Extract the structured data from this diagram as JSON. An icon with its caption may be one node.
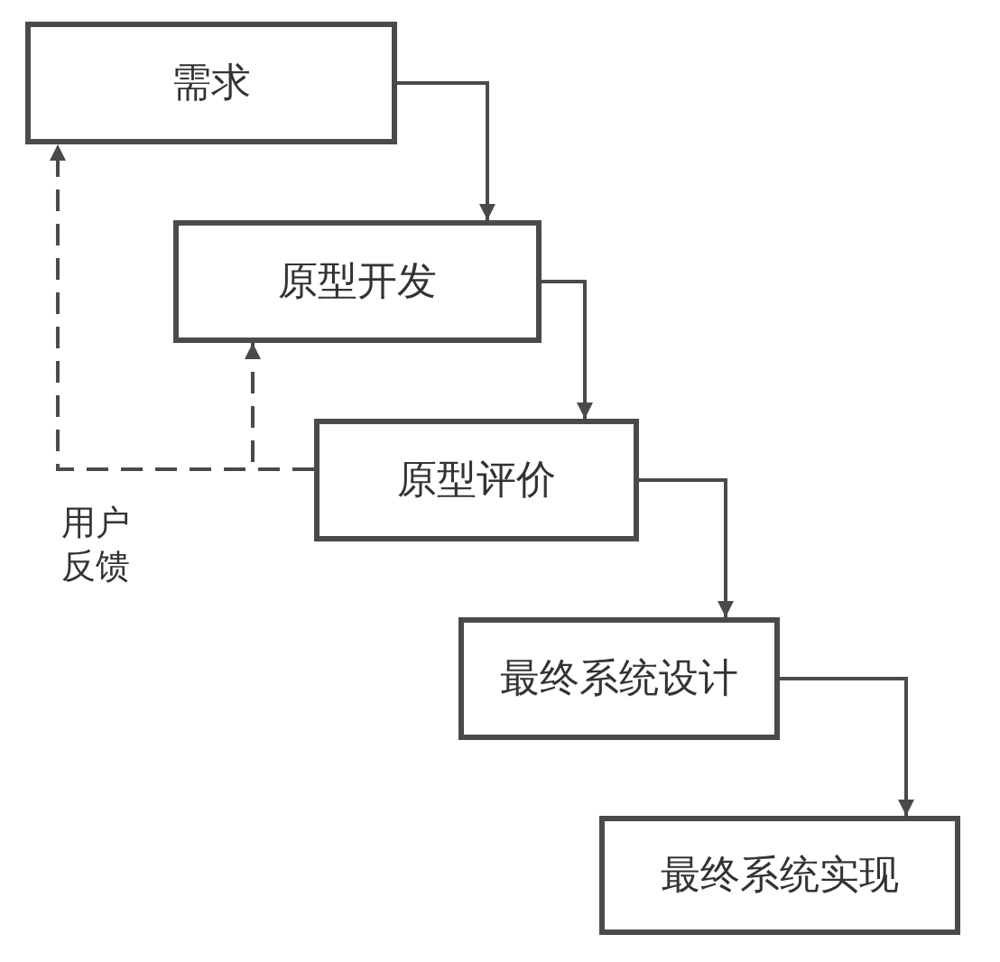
{
  "diagram": {
    "nodes": [
      {
        "text": [
          "需求"
        ]
      },
      {
        "text": [
          "原型开发"
        ]
      },
      {
        "text": [
          "原型评价"
        ]
      },
      {
        "text": [
          "最终系统设计"
        ]
      },
      {
        "text": [
          "最终系统实现"
        ]
      }
    ],
    "edges": [
      {
        "from": 0,
        "to": 1,
        "arrow": "to"
      },
      {
        "from": 1,
        "to": 2,
        "arrow": "to"
      },
      {
        "from": 2,
        "to": 3,
        "arrow": "to"
      },
      {
        "from": 3,
        "to": 4,
        "arrow": "to"
      },
      {
        "from": 2,
        "to": 0,
        "arrow": "to",
        "style": "dashed"
      },
      {
        "from": 2,
        "to": 1,
        "arrow": "to",
        "style": "dashed"
      }
    ],
    "labels": [
      "用户反馈"
    ]
  }
}
